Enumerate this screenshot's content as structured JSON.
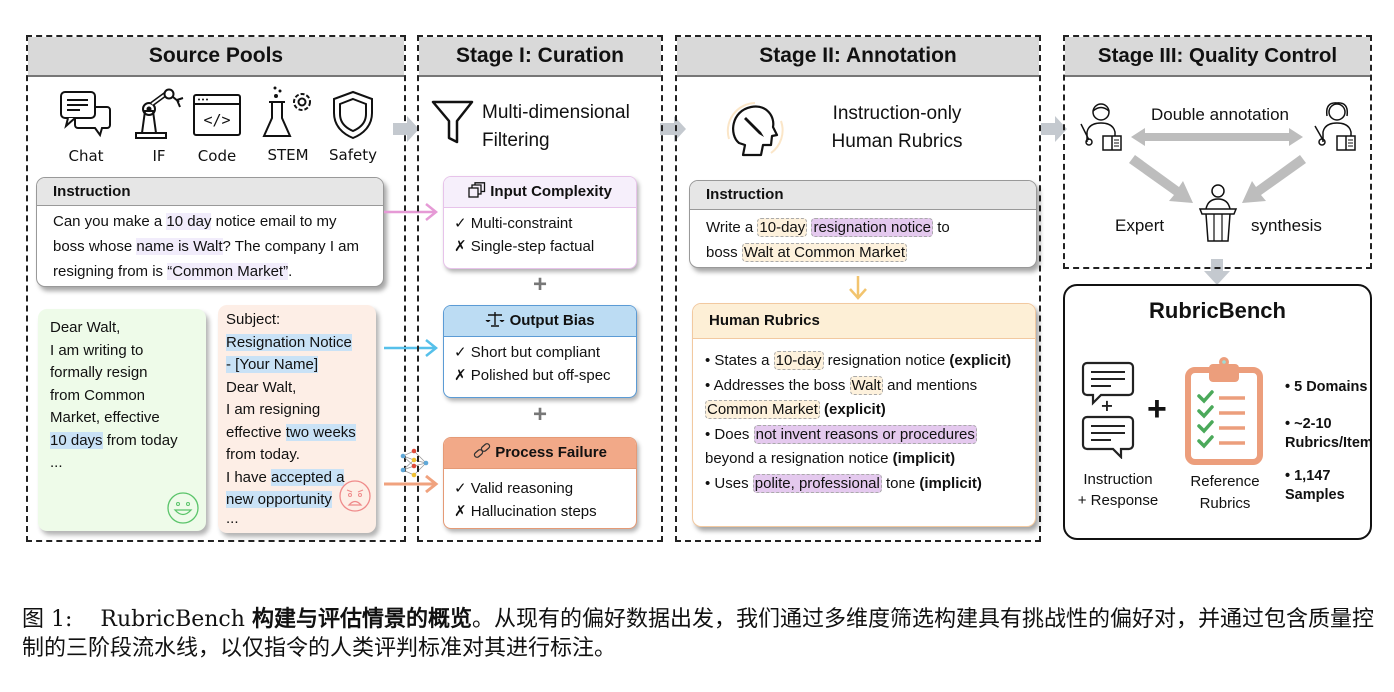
{
  "source_pools": {
    "title": "Source Pools",
    "domains": [
      {
        "label": "Chat",
        "icon": "chat-bubbles-icon"
      },
      {
        "label": "IF",
        "icon": "robot-arm-icon"
      },
      {
        "label": "Code",
        "icon": "code-window-icon"
      },
      {
        "label": "STEM",
        "icon": "flask-gear-icon"
      },
      {
        "label": "Safety",
        "icon": "shield-icon"
      }
    ],
    "instruction": {
      "header": "Instruction",
      "parts": [
        {
          "text": "Can you make a ",
          "hl": ""
        },
        {
          "text": "10 day",
          "hl": "purple"
        },
        {
          "text": " notice email to my boss whose ",
          "hl": ""
        },
        {
          "text": "name is Walt",
          "hl": "purple"
        },
        {
          "text": "? The company I am resigning from is ",
          "hl": ""
        },
        {
          "text": "“Common Market”",
          "hl": "purple"
        },
        {
          "text": ".",
          "hl": ""
        }
      ]
    },
    "response_good": {
      "lines": [
        "Dear Walt,",
        "I am writing to",
        "formally resign",
        "from Common",
        "Market, effective"
      ],
      "highlight": "10 days",
      "after_highlight": " from today",
      "ellipsis": "...",
      "face": "happy-face-icon"
    },
    "response_bad": {
      "subject_label": "Subject:",
      "subject_hl_1": "Resignation Notice",
      "subject_hl_2": "- [Your Name]",
      "greeting": "Dear Walt,",
      "line1": "I am resigning",
      "line2_pre": "effective ",
      "line2_hl": "two weeks",
      "line3": "from today.",
      "line4_pre": "I have ",
      "line4_hl": "accepted a",
      "line5_hl": "new opportunity",
      "ellipsis": "...",
      "face": "angry-face-icon"
    }
  },
  "stage1": {
    "title": "Stage I: Curation",
    "subtitle_1": "Multi-dimensional",
    "subtitle_2": "Filtering",
    "filters": [
      {
        "title": "Input Complexity",
        "icon": "stacked-squares-icon",
        "pass": "Multi-constraint",
        "fail": "Single-step factual",
        "accent": "#e7c3ea",
        "head_bg": "#f6effb"
      },
      {
        "title": "Output Bias",
        "icon": "scales-icon",
        "pass": "Short but compliant",
        "fail": "Polished but off-spec",
        "accent": "#5b9bd5",
        "head_bg": "#bcdcf3"
      },
      {
        "title": "Process Failure",
        "icon": "chain-links-icon",
        "pass": "Valid reasoning",
        "fail": "Hallucination steps",
        "accent": "#e59a76",
        "head_bg": "#f2a988"
      }
    ],
    "plus": "+",
    "check": "✓",
    "cross": "✗"
  },
  "stage2": {
    "title": "Stage II: Annotation",
    "subtitle_1": "Instruction-only",
    "subtitle_2": "Human Rubrics",
    "instruction": {
      "header": "Instruction",
      "pre": "Write a ",
      "tag1": "10-day",
      "tag2": "resignation notice",
      "mid": " to",
      "line2_pre": "boss ",
      "tag3": "Walt at Common Market"
    },
    "rubrics": {
      "header": "Human Rubrics",
      "items": [
        {
          "pre": "• States a ",
          "tag": "10-day",
          "tag_type": "y",
          "post": " resignation notice ",
          "kind": "(explicit)"
        },
        {
          "pre": "• Addresses the boss ",
          "tag": "Walt",
          "tag_type": "y",
          "post": " and mentions ",
          "tag2": "Common Market",
          "kind": "(explicit)"
        },
        {
          "pre": "• Does ",
          "tag": "not invent reasons or procedures",
          "tag_type": "p",
          "post": " beyond a resignation notice ",
          "kind": "(implicit)"
        },
        {
          "pre": "• Uses ",
          "tag": "polite, professional",
          "tag_type": "p",
          "post": " tone ",
          "kind": "(implicit)"
        }
      ]
    }
  },
  "stage3": {
    "title": "Stage III: Quality Control",
    "double": "Double annotation",
    "expert": "Expert",
    "synthesis": "synthesis"
  },
  "bench": {
    "title": "RubricBench",
    "left_label_1": "Instruction",
    "left_label_2": "+ Response",
    "mid_label_1": "Reference",
    "mid_label_2": "Rubrics",
    "stats": [
      "• 5 Domains",
      "• ~2-10",
      "Rubrics/Item",
      "• 1,147",
      "Samples"
    ]
  },
  "caption": {
    "label": "图 1:",
    "name": "RubricBench",
    "bold": "构建与评估情景的概览",
    "rest": "。从现有的偏好数据出发，我们通过多维度筛选构建具有挑战性的偏好对，并通过包含质量控制的三阶段流水线，以仅指令的人类评判标准对其进行标注。"
  }
}
